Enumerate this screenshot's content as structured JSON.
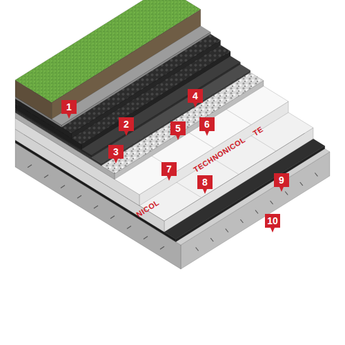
{
  "diagram": {
    "labels": [
      "1",
      "2",
      "3",
      "4",
      "5",
      "6",
      "7",
      "8",
      "9",
      "10",
      "TECHNONICOL",
      "TE",
      "NICOL"
    ]
  }
}
